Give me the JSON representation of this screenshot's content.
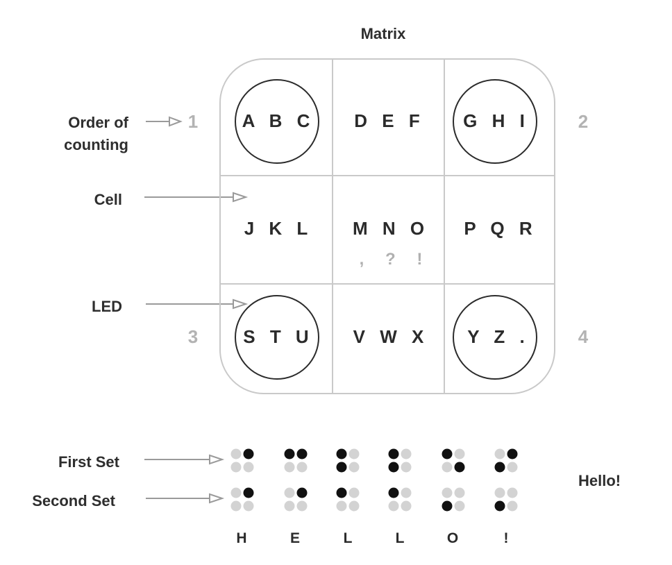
{
  "title": "Matrix",
  "labels": {
    "order_line1": "Order of",
    "order_line2": "counting",
    "cell": "Cell",
    "led": "LED",
    "first_set": "First Set",
    "second_set": "Second Set"
  },
  "order_numbers": [
    "1",
    "2",
    "3",
    "4"
  ],
  "cells": [
    "A B C",
    "D E F",
    "G H I",
    "J K L",
    "M N O",
    "P Q R",
    "S T U",
    "V W X",
    "Y Z ."
  ],
  "cell_sub": ", ? !",
  "led_cells": [
    "A B C",
    "G H I",
    "S T U",
    "Y Z ."
  ],
  "word_letters": [
    "H",
    "E",
    "L",
    "L",
    "O",
    "!"
  ],
  "result_text": "Hello!",
  "colors": {
    "on": "#111111",
    "off": "#d3d3d3",
    "border": "#c9c9c9",
    "muted": "#b3b3b3"
  },
  "braille": {
    "first_set": [
      [
        0,
        1,
        0,
        0
      ],
      [
        1,
        1,
        0,
        0
      ],
      [
        1,
        0,
        1,
        0
      ],
      [
        1,
        0,
        1,
        0
      ],
      [
        1,
        0,
        0,
        1
      ],
      [
        0,
        1,
        1,
        0
      ]
    ],
    "second_set": [
      [
        0,
        1,
        0,
        0
      ],
      [
        0,
        1,
        0,
        0
      ],
      [
        1,
        0,
        0,
        0
      ],
      [
        1,
        0,
        0,
        0
      ],
      [
        0,
        0,
        1,
        0
      ],
      [
        0,
        0,
        1,
        0
      ]
    ]
  }
}
